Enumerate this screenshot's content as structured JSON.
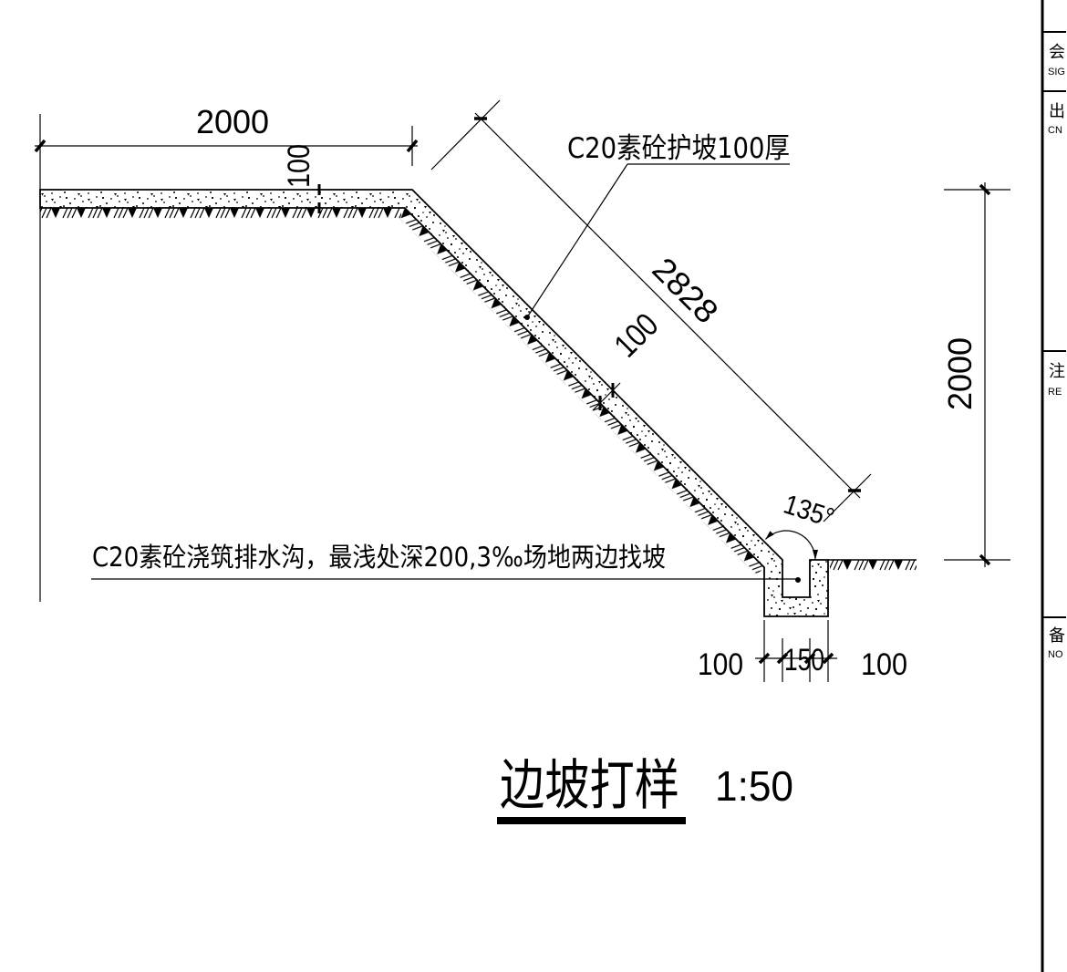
{
  "drawing": {
    "title": "边坡打样",
    "scale": "1:50",
    "dimensions": {
      "top_width": "2000",
      "top_thickness": "100",
      "slope_length": "2828",
      "slope_thickness": "100",
      "height": "2000",
      "angle": "135°",
      "drain_wall_left": "100",
      "drain_width": "150",
      "drain_wall_right": "100"
    },
    "notes": {
      "slope_protection": "C20素砼护坡100厚",
      "drain": "C20素砼浇筑排水沟，最浅处深200,3‰场地两边找坡"
    }
  },
  "title_block": {
    "sections": [
      {
        "cn": "会",
        "en": "SIG"
      },
      {
        "cn": "出",
        "en": "CN"
      },
      {
        "cn": "注",
        "en": "RE"
      },
      {
        "cn": "备",
        "en": "NO"
      }
    ]
  },
  "colors": {
    "line": "#000000",
    "background": "#ffffff"
  }
}
